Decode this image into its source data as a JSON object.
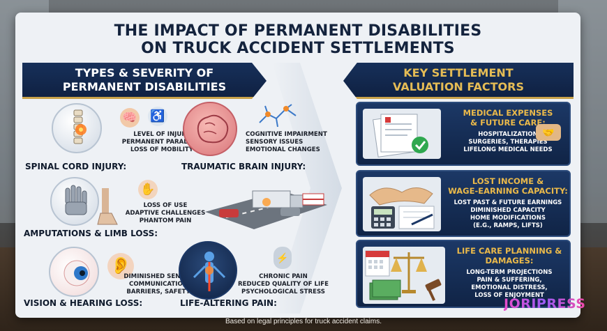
{
  "title": {
    "line1": "THE IMPACT OF PERMANENT DISABILITIES",
    "line2": "ON TRUCK ACCIDENT SETTLEMENTS"
  },
  "left_banner": {
    "line1": "TYPES & SEVERITY OF",
    "line2": "PERMANENT DISABILITIES"
  },
  "right_banner": {
    "line1": "KEY SETTLEMENT",
    "line2": "VALUATION FACTORS"
  },
  "disabilities": {
    "spinal": {
      "label": "SPINAL CORD INJURY:",
      "points": [
        "LEVEL OF INJURY",
        "PERMANENT PARALYSIS",
        "LOSS OF MOBILITY"
      ]
    },
    "brain": {
      "label": "TRAUMATIC BRAIN INJURY:",
      "points": [
        "COGNITIVE IMPAIRMENT",
        "SENSORY ISSUES",
        "EMOTIONAL CHANGES"
      ]
    },
    "amputation": {
      "label": "AMPUTATIONS & LIMB LOSS:",
      "points": [
        "LOSS OF USE",
        "ADAPTIVE CHALLENGES",
        "PHANTOM PAIN"
      ]
    },
    "vision": {
      "label": "VISION & HEARING LOSS:",
      "points": [
        "DIMINISHED SENSES",
        "COMMUNICATION",
        "BARRIERS, SAFETY"
      ]
    },
    "pain": {
      "label": "LIFE-ALTERING PAIN:",
      "points": [
        "CHRONIC PAIN",
        "REDUCED QUALITY OF LIFE",
        "PSYCHOLOGICAL STRESS"
      ]
    }
  },
  "factors": [
    {
      "title_line1": "MEDICAL EXPENSES",
      "title_line2": "& FUTURE CARE:",
      "points": [
        "HOSPITALIZATION",
        "SURGERIES, THERAPIES",
        "LIFELONG MEDICAL NEEDS"
      ]
    },
    {
      "title_line1": "LOST INCOME &",
      "title_line2": "WAGE-EARNING CAPACITY:",
      "points": [
        "LOST PAST & FUTURE EARNINGS",
        "DIMINISHED CAPACITY",
        "HOME MODIFICATIONS",
        "(E.G., RAMPS, LIFTS)"
      ]
    },
    {
      "title_line1": "LIFE CARE PLANNING &",
      "title_line2": "DAMAGES:",
      "points": [
        "LONG-TERM PROJECTIONS",
        "PAIN & SUFFERING,",
        "EMOTIONAL DISTRESS,",
        "LOSS OF ENJOYMENT"
      ]
    }
  ],
  "footer": "Based on legal principles for truck accident claims.",
  "logo": "JORIPRESS",
  "colors": {
    "navy": "#13284d",
    "gold": "#e5bc55",
    "background": "#eef1f5"
  },
  "icons": {
    "spine": "spine-icon",
    "brain": "brain-icon",
    "wheelchair": "wheelchair-icon",
    "neuron": "neuron-icon",
    "robotic_hand": "prosthetic-hand-icon",
    "hand": "hand-icon",
    "eye": "eye-icon",
    "ear": "ear-icon",
    "nervous_system": "nervous-system-icon",
    "pain_figure": "pain-figure-icon",
    "documents": "medical-documents-icon",
    "handshake": "handshake-icon",
    "calculator": "calculator-icon",
    "calendar": "calendar-icon",
    "scales": "scales-of-justice-icon",
    "gavel": "gavel-icon",
    "money": "money-stack-icon",
    "truck_crash": "truck-crash-illustration"
  }
}
